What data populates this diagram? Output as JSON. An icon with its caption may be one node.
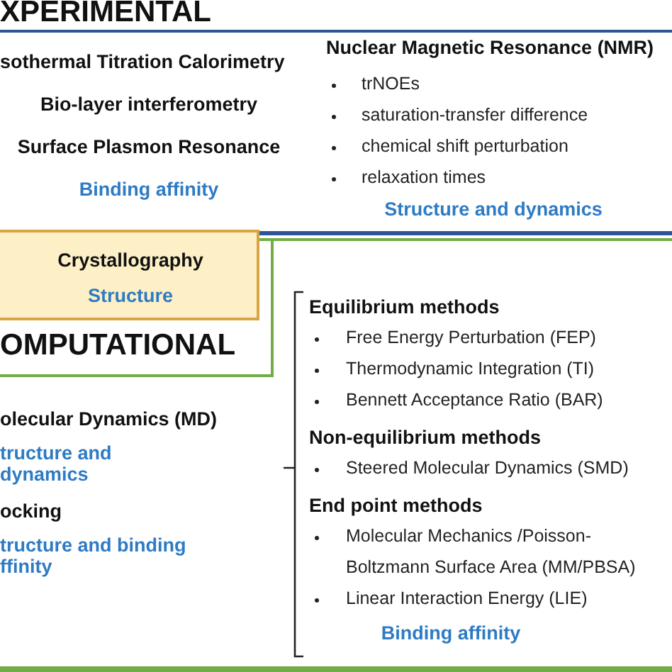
{
  "diagram": {
    "nodes": [
      {
        "text": [
          "XPERIMENTAL"
        ]
      },
      {
        "text": [
          "sothermal Titration Calorimetry",
          "Bio-layer interferometry",
          "Surface Plasmon Resonance",
          "Binding affinity"
        ],
        "in": 0
      },
      {
        "text": [
          "Nuclear Magnetic Resonance (NMR)",
          "trNOEs",
          "saturation-transfer difference",
          "chemical shift perturbation",
          "relaxation times",
          "Structure and dynamics"
        ],
        "in": 0
      },
      {
        "text": [
          "Crystallography",
          "Structure"
        ]
      },
      {
        "text": [
          "OMPUTATIONAL"
        ]
      },
      {
        "text": [
          "olecular Dynamics (MD)",
          "tructure and dynamics"
        ],
        "in": 4
      },
      {
        "text": [
          "ocking",
          "tructure and binding ffinity"
        ],
        "in": 4
      },
      {
        "text": [
          "Equilibrium methods",
          "Free Energy Perturbation (FEP)",
          "Thermodynamic Integration (TI)",
          "Bennett Acceptance Ratio (BAR)",
          "Non-equilibrium methods",
          "Steered Molecular Dynamics (SMD)",
          "End point methods",
          "Molecular Mechanics /Poisson-Boltzmann Surface Area (MM/PBSA)",
          "Linear Interaction Energy (LIE)",
          "Binding affinity"
        ],
        "in": 4
      }
    ]
  }
}
